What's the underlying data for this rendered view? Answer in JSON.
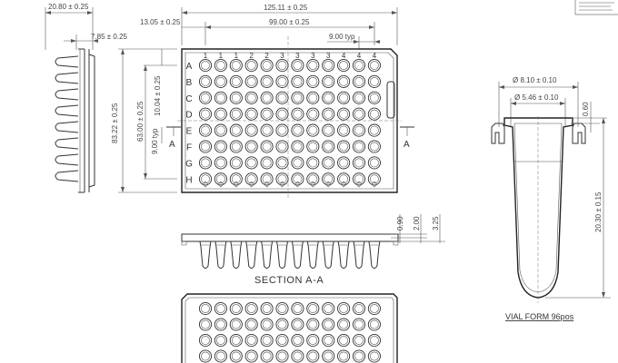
{
  "dimensions": {
    "overall_length": "125.11 ± 0.25",
    "well_span_x": "99.00 ± 0.25",
    "offset_x": "13.05 ± 0.25",
    "pitch_top": "9.00 typ",
    "side_width": "20.80 ± 0.25",
    "side_inner": "7.85 ± 0.25",
    "overall_height": "83.22 ± 0.25",
    "well_span_y": "63.00 ± 0.25",
    "offset_y": "10.04 ± 0.25",
    "pitch_side": "9.00 typ",
    "sec_d1": "0.90",
    "sec_d2": "2.00",
    "sec_d3": "3.25",
    "vial_outer": "Ø 8.10 ± 0.10",
    "vial_inner": "Ø 5.46 ± 0.10",
    "vial_rim": "0.60",
    "vial_height": "20.30 ± 0.15"
  },
  "column_labels": [
    "1",
    "1",
    "1",
    "2",
    "2",
    "3",
    "3",
    "3",
    "3",
    "4",
    "4",
    "4"
  ],
  "row_labels": [
    "A",
    "B",
    "C",
    "D",
    "E",
    "F",
    "G",
    "H"
  ],
  "section_marker": "A",
  "section_title": "SECTION A-A",
  "vial_title": "VIAL FORM 96pos"
}
